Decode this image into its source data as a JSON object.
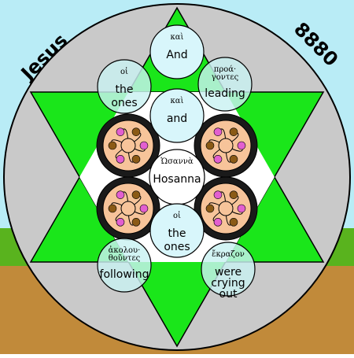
{
  "colors": {
    "sky": "#b9ecf6",
    "grass": "#59b31e",
    "soil": "#c18a3a",
    "disk": "#c9c9c9",
    "star": "#1ae61a",
    "circle_solid": "#d8f6fb",
    "circle_soft": "#c9f1f1",
    "rosette_dark": "#1a1a1a",
    "rosette_peach": "#f7c49a",
    "rosette_brown": "#8b5a16",
    "rosette_pink": "#e25fd0"
  },
  "corner_labels": {
    "left": "Jesus",
    "right": "8880"
  },
  "circles": [
    {
      "key": "top",
      "greek": "καὶ",
      "english": [
        "And"
      ]
    },
    {
      "key": "upper_left",
      "greek": "οἱ",
      "english": [
        "the",
        "ones"
      ]
    },
    {
      "key": "upper_right",
      "greek": "προά·γοντες",
      "greek_lines": [
        "προά·",
        "γοντες"
      ],
      "english": [
        "leading"
      ]
    },
    {
      "key": "upper_center",
      "greek": "καὶ",
      "english": [
        "and"
      ]
    },
    {
      "key": "center",
      "greek": "Ὡσαννὰ",
      "english": [
        "Hosanna"
      ]
    },
    {
      "key": "lower_center",
      "greek": "οἱ",
      "english": [
        "the",
        "ones"
      ]
    },
    {
      "key": "lower_left",
      "greek": "ἀκολου·θοῦντες",
      "greek_lines": [
        "ἀκολου·",
        "θοῦντες"
      ],
      "english": [
        "following"
      ]
    },
    {
      "key": "lower_right",
      "greek": "ἔκραζον",
      "english": [
        "were",
        "crying",
        "out"
      ]
    }
  ]
}
